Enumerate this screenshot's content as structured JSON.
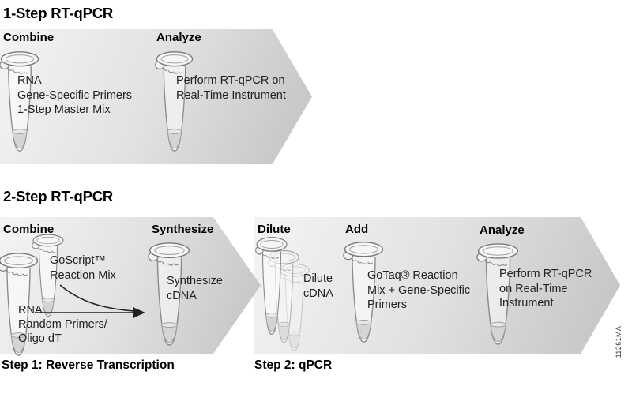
{
  "figure_code": "11261MA",
  "sections": {
    "one_step": {
      "title": "1-Step RT-qPCR",
      "combine": {
        "heading": "Combine",
        "lines": [
          "RNA",
          "Gene-Specific Primers",
          "1-Step Master Mix"
        ]
      },
      "analyze": {
        "heading": "Analyze",
        "lines": [
          "Perform RT-qPCR on",
          "Real-Time Instrument"
        ]
      }
    },
    "two_step": {
      "title": "2-Step RT-qPCR",
      "step1": {
        "label": "Step 1: Reverse Transcription",
        "combine": {
          "heading": "Combine",
          "reaction_mix_lines": [
            "GoScript™",
            "Reaction Mix"
          ],
          "rna_lines": [
            "RNA",
            "Random Primers/",
            "Oligo dT"
          ]
        },
        "synthesize": {
          "heading": "Synthesize",
          "lines": [
            "Synthesize",
            "cDNA"
          ]
        }
      },
      "step2": {
        "label": "Step 2: qPCR",
        "dilute": {
          "heading": "Dilute",
          "lines": [
            "Dilute",
            "cDNA"
          ]
        },
        "add": {
          "heading": "Add",
          "lines": [
            "GoTaq® Reaction",
            "Mix + Gene-Specific",
            "Primers"
          ]
        },
        "analyze": {
          "heading": "Analyze",
          "lines": [
            "Perform RT-qPCR",
            "on Real-Time",
            "Instrument"
          ]
        }
      }
    }
  },
  "colors": {
    "arrow_gradient_start": "#f3f3f3",
    "arrow_gradient_end": "#c4c4c4",
    "tube_liquid": "#d4d4d4",
    "text": "#1a1a1a"
  }
}
